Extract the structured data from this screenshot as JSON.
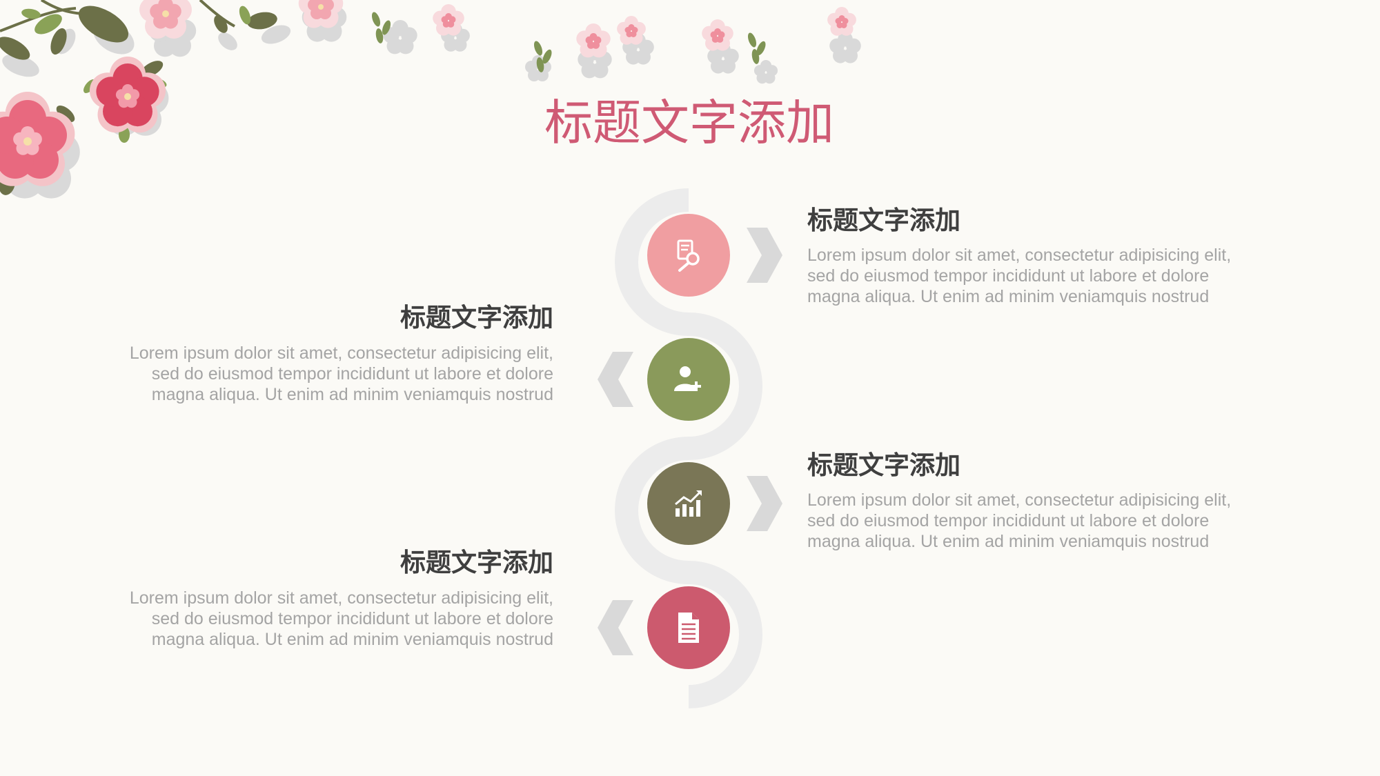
{
  "slide": {
    "title": "标题文字添加",
    "colors": {
      "background": "#fbfaf6",
      "accent": "#cf5a74",
      "pink_light": "#f09ea1",
      "green": "#8a9a5b",
      "olive": "#7a7656",
      "rose": "#cc5a6e",
      "track": "#ececec",
      "chevron": "#d9d9d9"
    }
  },
  "items": [
    {
      "side": "right",
      "icon": "search-document-icon",
      "title": "标题文字添加",
      "body": [
        "Lorem ipsum dolor sit amet, consectetur adipisicing elit,",
        "sed do eiusmod tempor incididunt ut labore et dolore",
        "magna aliqua. Ut enim ad minim veniamquis nostrud"
      ]
    },
    {
      "side": "left",
      "icon": "add-user-icon",
      "title": "标题文字添加",
      "body": [
        "Lorem ipsum dolor sit amet, consectetur adipisicing elit,",
        "sed do eiusmod tempor incididunt ut labore et dolore",
        "magna aliqua. Ut enim ad minim veniamquis nostrud"
      ]
    },
    {
      "side": "right",
      "icon": "growth-chart-icon",
      "title": "标题文字添加",
      "body": [
        "Lorem ipsum dolor sit amet, consectetur adipisicing elit,",
        "sed do eiusmod tempor incididunt ut labore et dolore",
        "magna aliqua. Ut enim ad minim veniamquis nostrud"
      ]
    },
    {
      "side": "left",
      "icon": "document-icon",
      "title": "标题文字添加",
      "body": [
        "Lorem ipsum dolor sit amet, consectetur adipisicing elit,",
        "sed do eiusmod tempor incididunt ut labore et dolore",
        "magna aliqua. Ut enim ad minim veniamquis nostrud"
      ]
    }
  ]
}
